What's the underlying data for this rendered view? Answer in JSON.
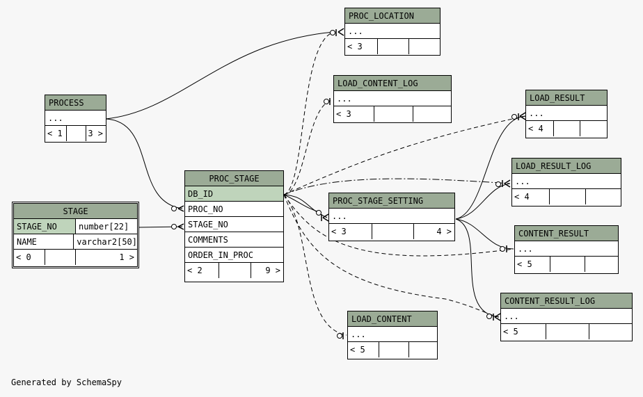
{
  "footer": "Generated by SchemaSpy",
  "tables": {
    "stage": {
      "name": "STAGE",
      "columns": [
        {
          "name": "STAGE_NO",
          "type": "number[22]"
        },
        {
          "name": "NAME",
          "type": "varchar2[50]"
        }
      ],
      "parents": "< 0",
      "children": "1 >"
    },
    "process": {
      "name": "PROCESS",
      "ellipsis": "...",
      "parents": "< 1",
      "children": "3 >"
    },
    "proc_stage": {
      "name": "PROC_STAGE",
      "columns": [
        "DB_ID",
        "PROC_NO",
        "STAGE_NO",
        "COMMENTS",
        "ORDER_IN_PROC"
      ],
      "parents": "< 2",
      "children": "9 >"
    },
    "proc_location": {
      "name": "PROC_LOCATION",
      "ellipsis": "...",
      "parents": "< 3",
      "children": ""
    },
    "load_content_log": {
      "name": "LOAD_CONTENT_LOG",
      "ellipsis": "...",
      "parents": "< 3",
      "children": ""
    },
    "load_result": {
      "name": "LOAD_RESULT",
      "ellipsis": "...",
      "parents": "< 4",
      "children": ""
    },
    "load_result_log": {
      "name": "LOAD_RESULT_LOG",
      "ellipsis": "...",
      "parents": "< 4",
      "children": ""
    },
    "proc_stage_setting": {
      "name": "PROC_STAGE_SETTING",
      "ellipsis": "...",
      "parents": "< 3",
      "children": "4 >"
    },
    "content_result": {
      "name": "CONTENT_RESULT",
      "ellipsis": "...",
      "parents": "< 5",
      "children": ""
    },
    "content_result_log": {
      "name": "CONTENT_RESULT_LOG",
      "ellipsis": "...",
      "parents": "< 5",
      "children": ""
    },
    "load_content": {
      "name": "LOAD_CONTENT",
      "ellipsis": "...",
      "parents": "< 5",
      "children": ""
    }
  }
}
